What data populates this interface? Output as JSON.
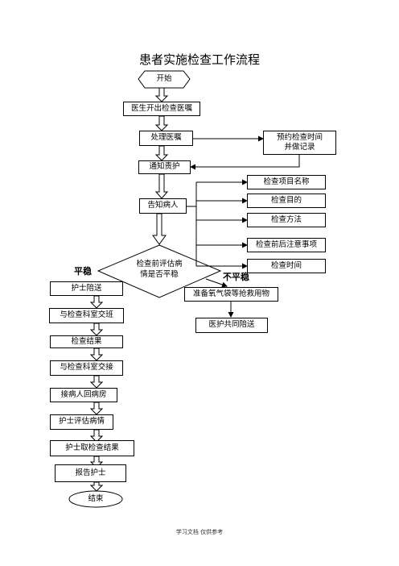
{
  "title": "患者实施检查工作流程",
  "nodes": {
    "start": "开始",
    "doctor_order": "医生开出检查医嘱",
    "process_order": "处理医嘱",
    "appointment_line1": "预约检查时间",
    "appointment_line2": "并做记录",
    "notify_nurse": "通知责护",
    "inform_patient": "告知病人",
    "decision_line1": "检查前评估病",
    "decision_line2": "情是否平稳",
    "item_name": "检查项目名称",
    "item_purpose": "检查目的",
    "item_method": "检查方法",
    "item_notes": "检查前后注意事项",
    "item_time": "检查时间",
    "stable": "平稳",
    "unstable": "不平稳",
    "nurse_escort": "护士陪送",
    "handover_to_dept": "与检查科室交班",
    "exam_result": "检查结果",
    "handover_from_dept": "与检查科室交接",
    "return_ward": "接病人回病房",
    "nurse_assess": "护士评估病情",
    "nurse_fetch_result": "护士取检查结果",
    "report_nurse": "报告护士",
    "end": "结束",
    "prepare_oxygen": "准备氧气袋等抢救用物",
    "doctor_nurse_escort": "医护共同陪送"
  },
  "footer": "学习文档 仅供参考"
}
